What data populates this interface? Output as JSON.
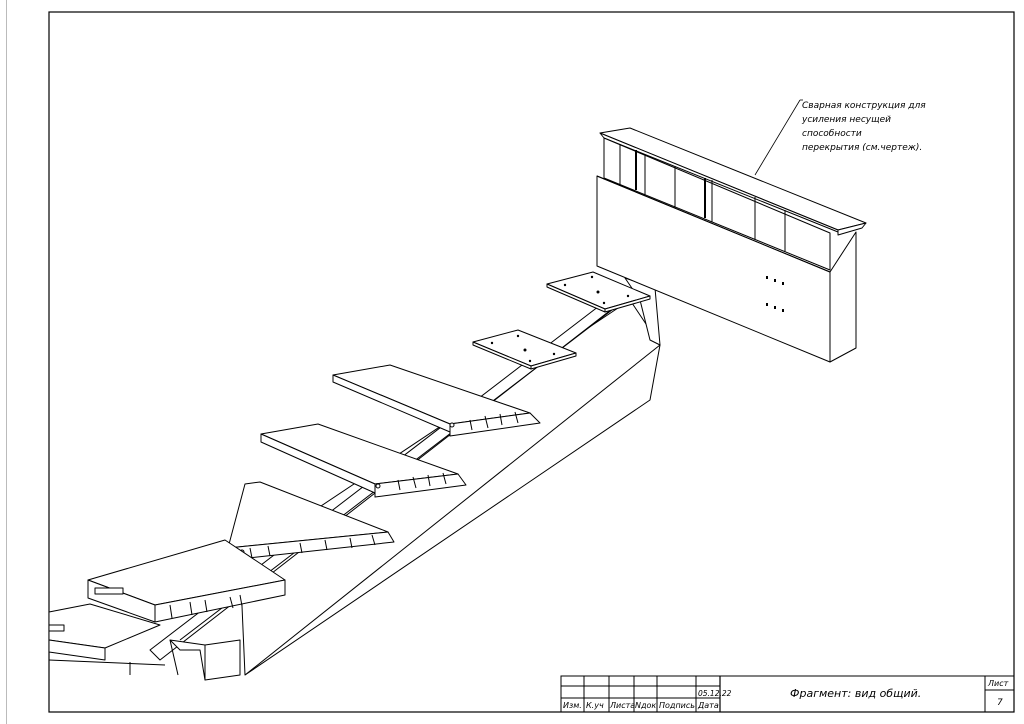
{
  "annotation": {
    "lines": [
      "Сварная конструкция для",
      "усиления несущей",
      "способности",
      "перекрытия (см.чертеж)."
    ]
  },
  "title_block": {
    "date": "05.12.22",
    "title": "Фрагмент: вид общий.",
    "sheet_label": "Лист",
    "sheet_number": "7",
    "headers": [
      "Изм.",
      "К.уч",
      "Листа",
      "Nдок",
      "Подпись",
      "Дата"
    ]
  }
}
